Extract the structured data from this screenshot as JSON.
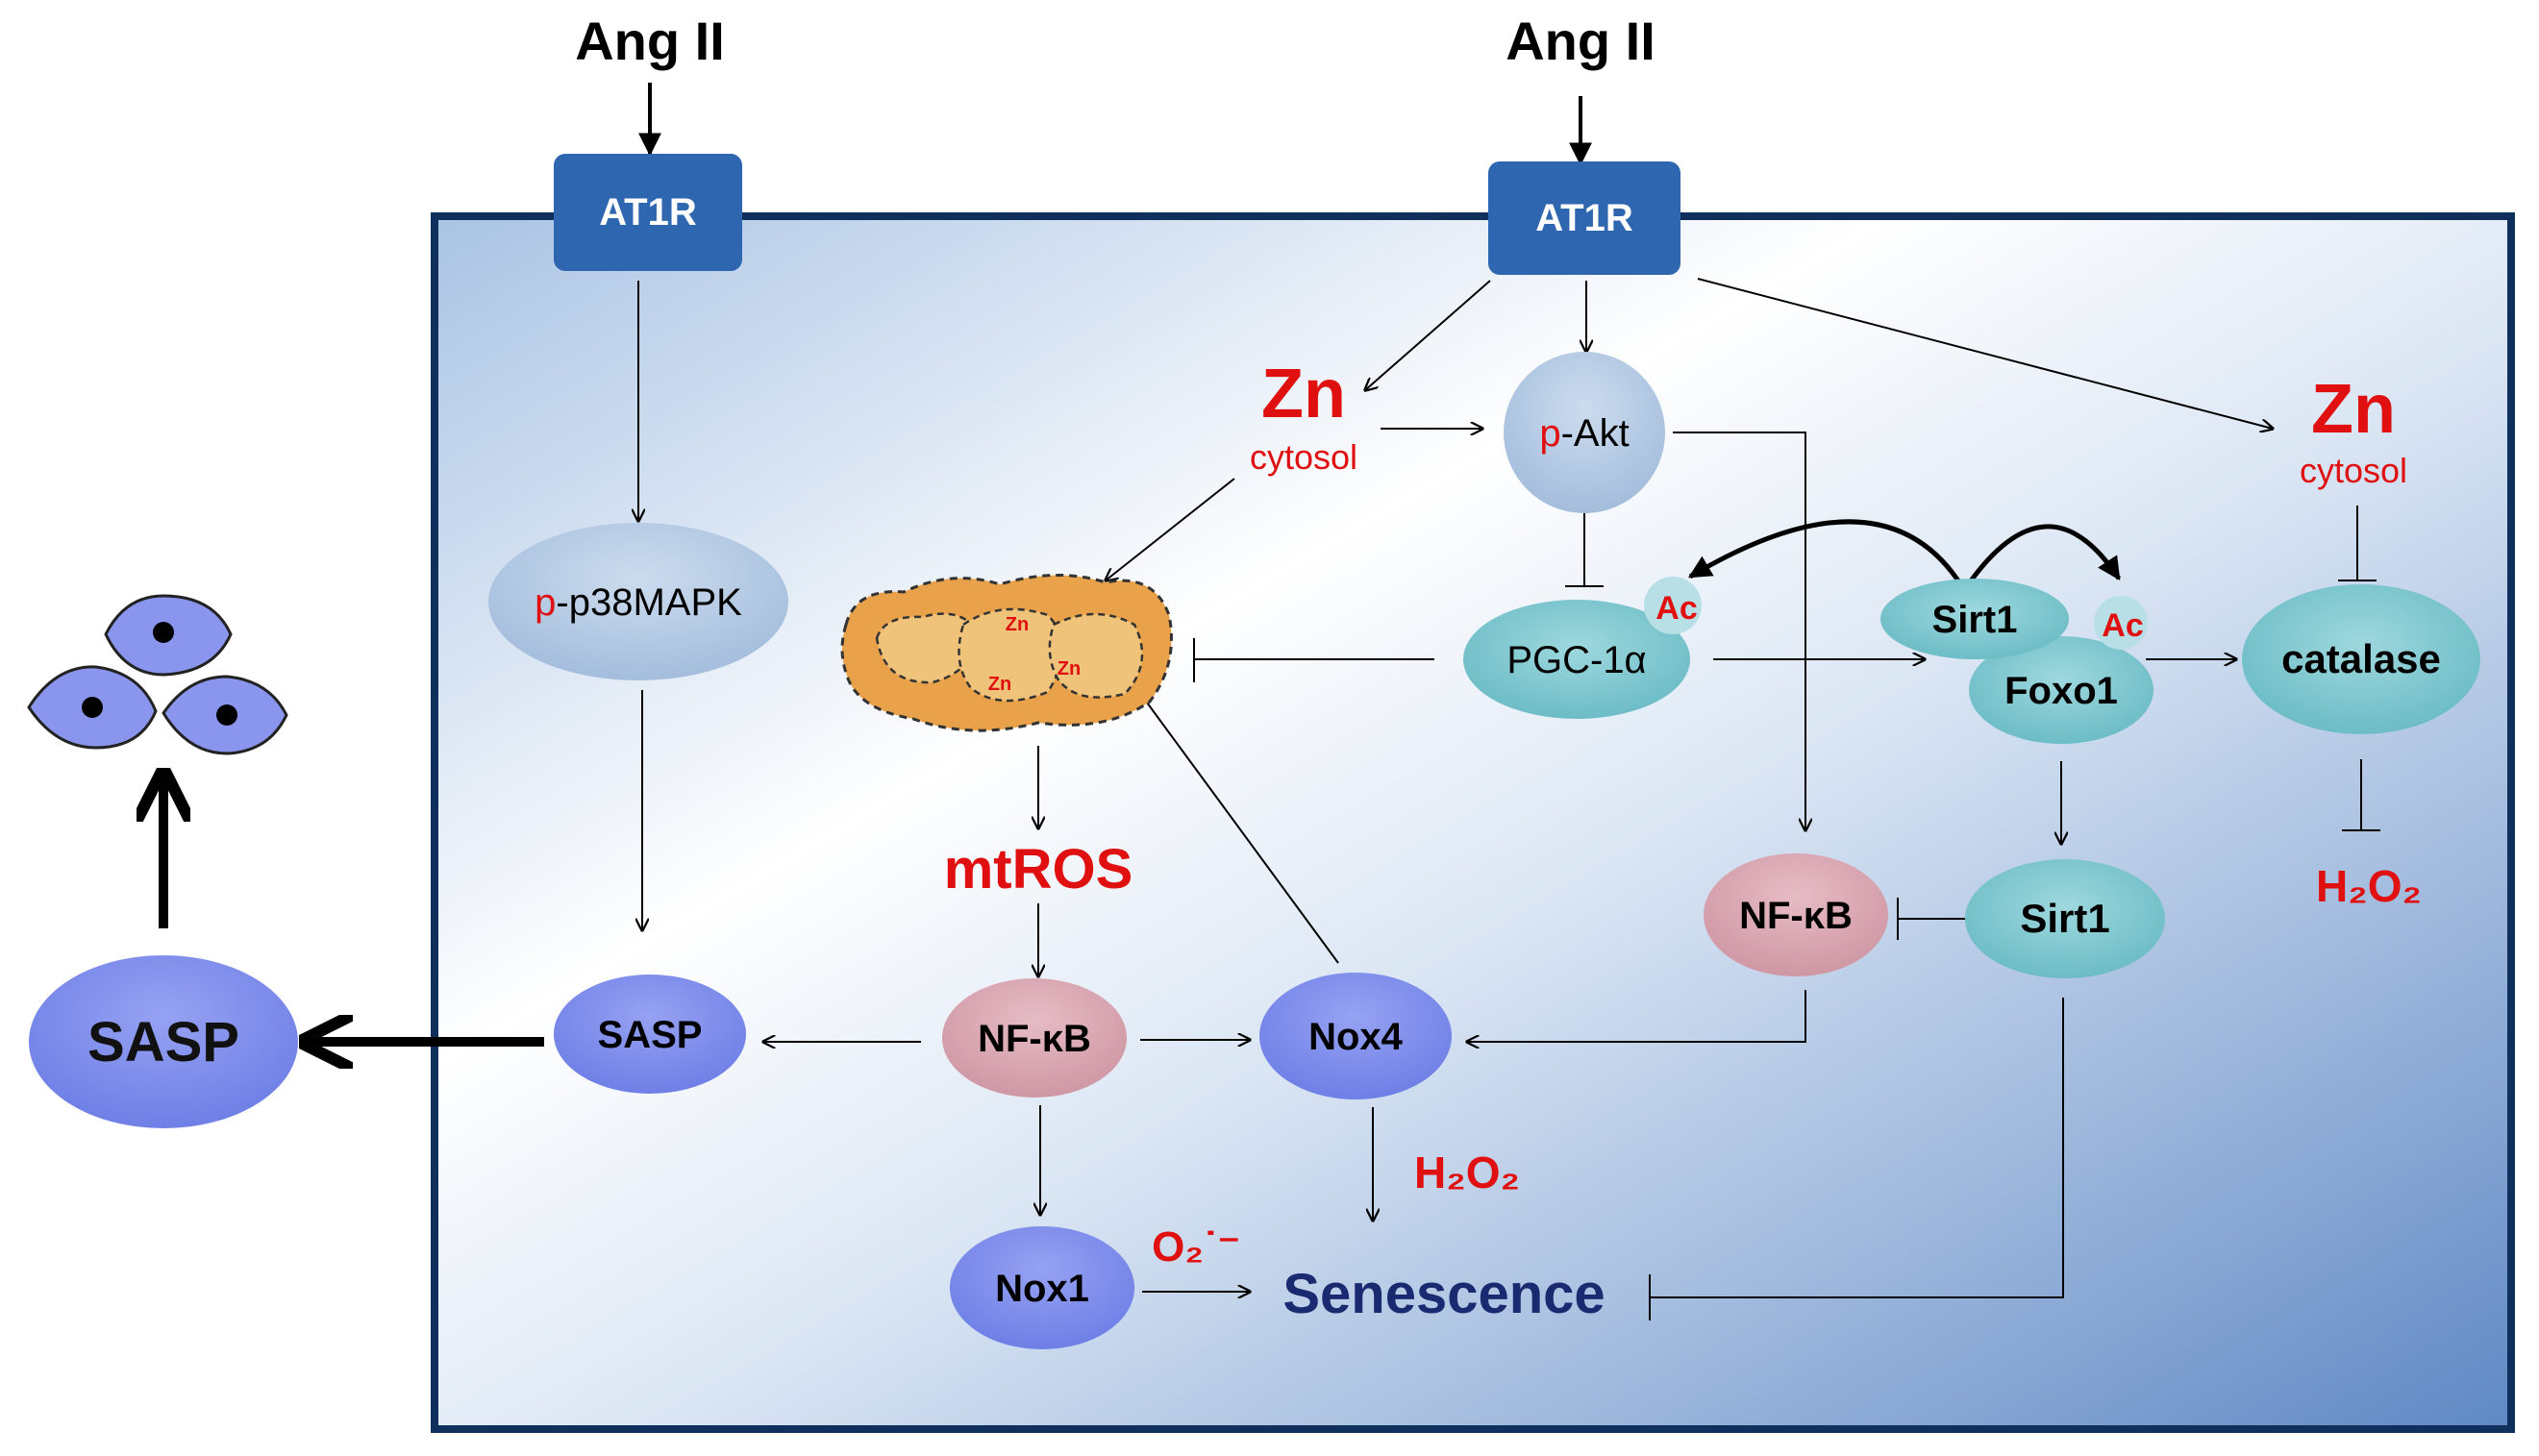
{
  "labels": {
    "ang_left": "Ang II",
    "ang_right": "Ang II",
    "at1r_left": "AT1R",
    "at1r_right": "AT1R",
    "zn_left": "Zn",
    "zn_left_sub": "cytosol",
    "zn_right": "Zn",
    "zn_right_sub": "cytosol",
    "pakt_prefix": "p",
    "pakt_main": "-Akt",
    "pp38_prefix": "p",
    "pp38_main": "-p38MAPK",
    "pgc": "PGC-1α",
    "ac1": "Ac",
    "ac2": "Ac",
    "sirt1_top": "Sirt1",
    "foxo1": "Foxo1",
    "catalase": "catalase",
    "h2o2_right": "H₂O₂",
    "mtros": "mtROS",
    "mito_zn": [
      "Zn",
      "Zn",
      "Zn"
    ],
    "nfkb_right": "NF-κB",
    "sirt1_bottom": "Sirt1",
    "sasp_inner": "SASP",
    "nfkb_center": "NF-κB",
    "nox4": "Nox4",
    "h2o2_center": "H₂O₂",
    "nox1": "Nox1",
    "o2": "O₂˙⁻",
    "senescence": "Senescence",
    "sasp_outer": "SASP"
  },
  "colors": {
    "at1r_fill": "#2f66b0",
    "cell_border": "#0f2f5c",
    "red_text": "#e01010",
    "teal_node": "#7fc8d0",
    "light_blue_node": "#b4cce6",
    "pink_node": "#d9a7b2",
    "violet_node": "#7d8cec",
    "mito_fill": "#e9a24a",
    "senescence_text": "#1a2a70"
  }
}
